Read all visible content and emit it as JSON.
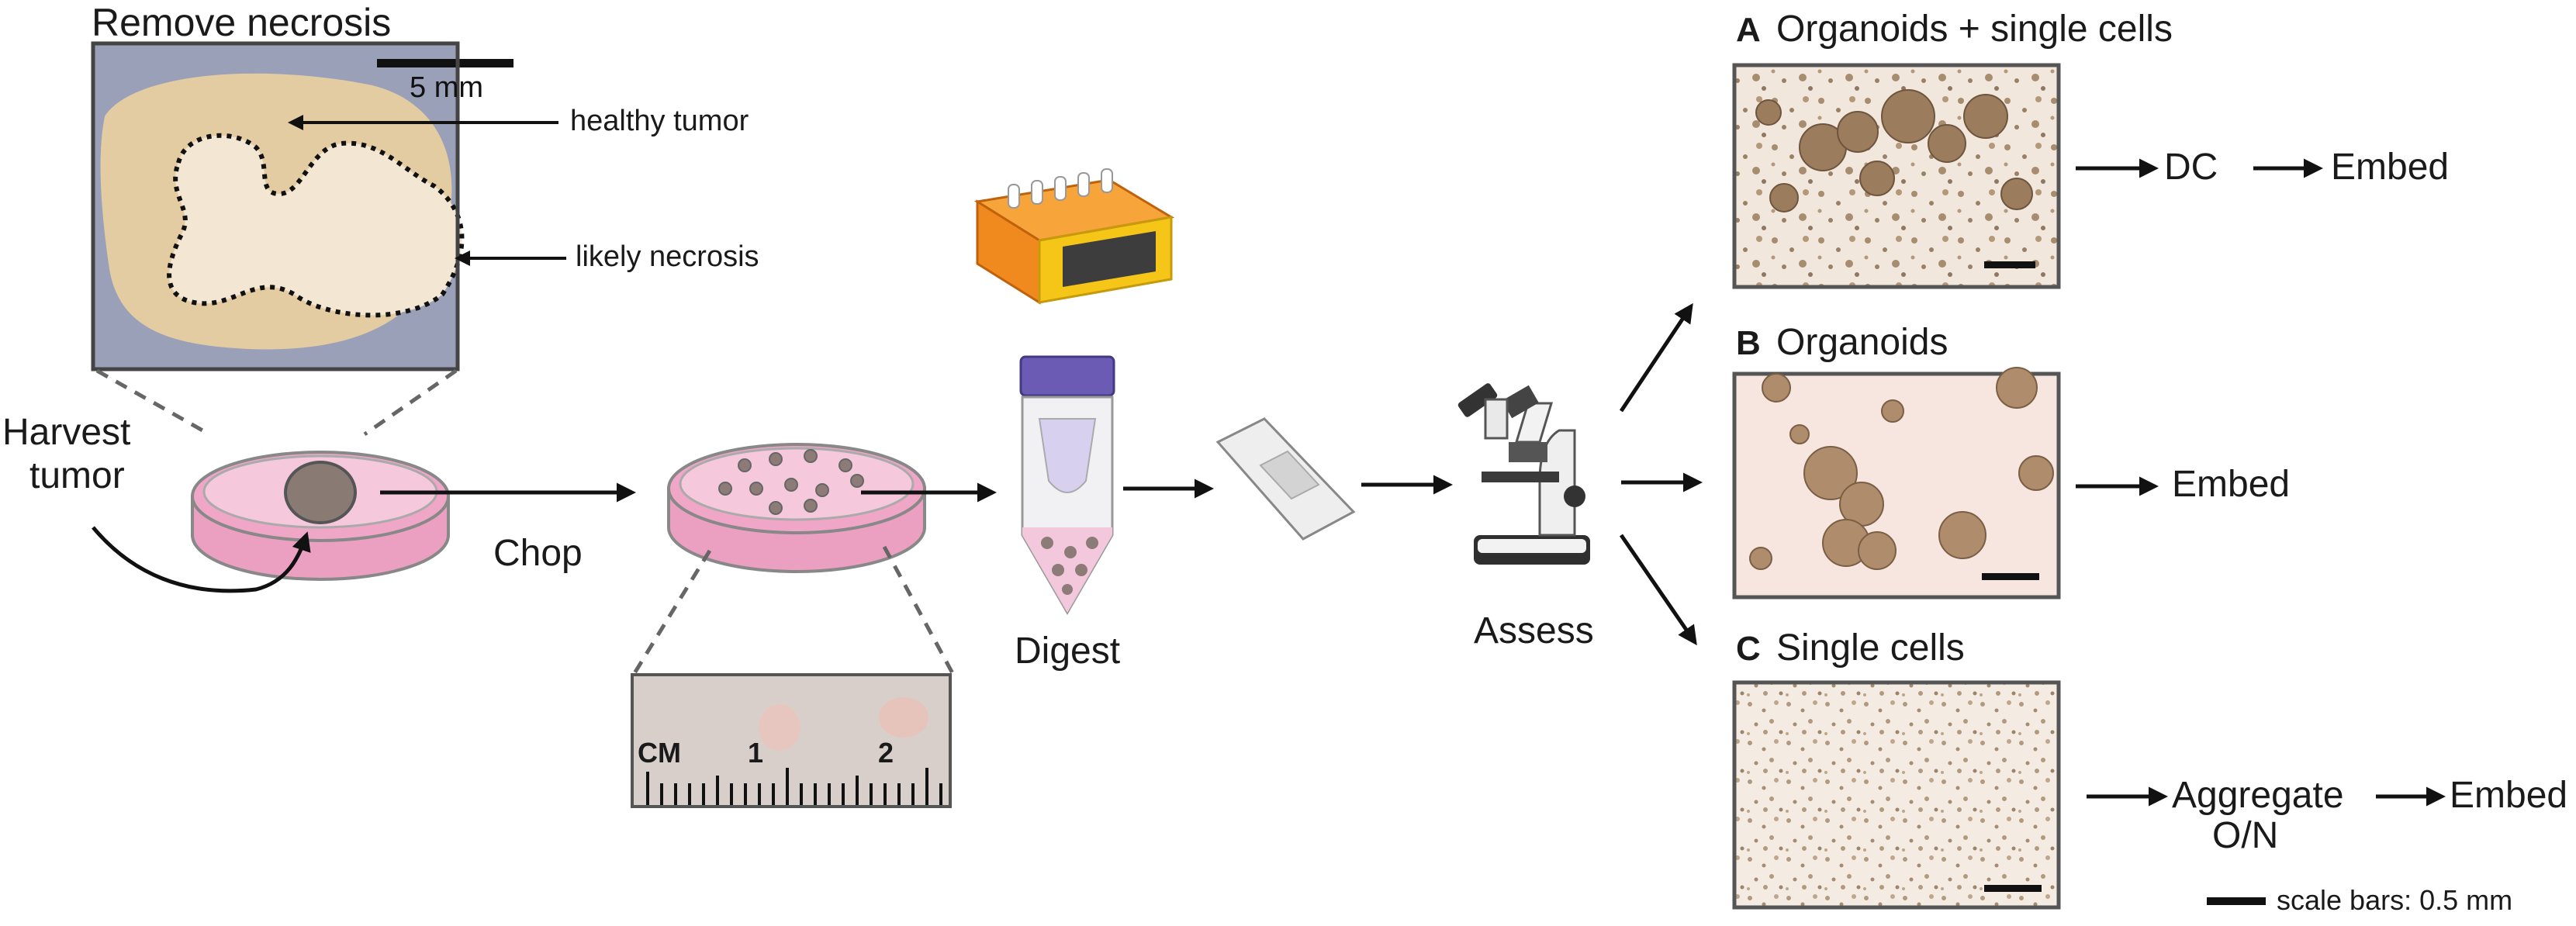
{
  "title": "Remove necrosis",
  "scale_5mm": "5 mm",
  "annotations": {
    "healthy": "healthy tumor",
    "necrosis": "likely necrosis"
  },
  "steps": {
    "harvest_line1": "Harvest",
    "harvest_line2": "tumor",
    "chop": "Chop",
    "digest": "Digest",
    "assess": "Assess"
  },
  "ruler": {
    "unit": "CM",
    "mark1": "1",
    "mark2": "2"
  },
  "outcomes": [
    {
      "letter": "A",
      "title": "Organoids + single cells",
      "flow": [
        "DC",
        "Embed"
      ]
    },
    {
      "letter": "B",
      "title": "Organoids",
      "flow": [
        "Embed"
      ]
    },
    {
      "letter": "C",
      "title": "Single cells",
      "flow": [
        "Aggregate",
        "O/N",
        "Embed"
      ]
    }
  ],
  "legend": {
    "scale_bars": "scale bars: 0.5 mm"
  },
  "colors": {
    "dish_pink": "#ee9cc0",
    "dish_rim": "#f6c6da",
    "tissue": "#8c7b76",
    "arrow": "#111111",
    "incubator_orange": "#f08a1e",
    "incubator_yellow": "#f5c518",
    "tube_cap": "#6b5bb5"
  }
}
